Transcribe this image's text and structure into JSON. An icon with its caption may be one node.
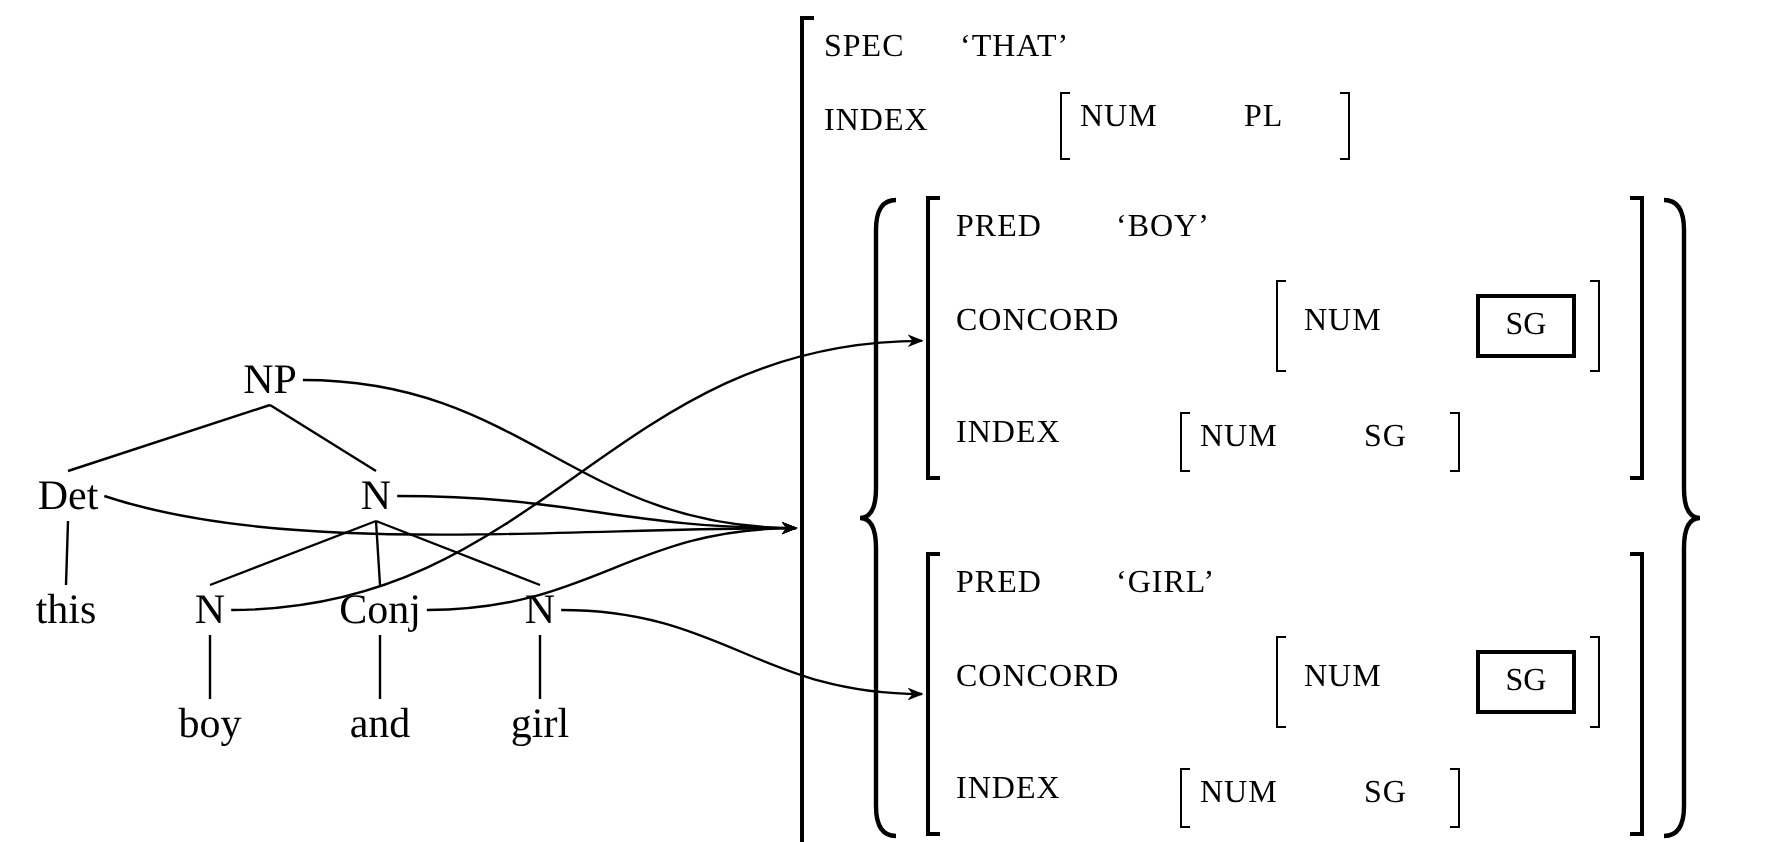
{
  "diagram": {
    "nodes": [
      {
        "text": [
          "NP"
        ]
      },
      {
        "text": [
          "Det"
        ]
      },
      {
        "text": [
          "N"
        ]
      },
      {
        "text": [
          "this"
        ]
      },
      {
        "text": [
          "N"
        ]
      },
      {
        "text": [
          "Conj"
        ]
      },
      {
        "text": [
          "N"
        ]
      },
      {
        "text": [
          "boy"
        ]
      },
      {
        "text": [
          "and"
        ]
      },
      {
        "text": [
          "girl"
        ]
      },
      {
        "text": [
          "SPEC",
          "‘THAT’",
          "INDEX"
        ]
      },
      {
        "text": [
          "NUM",
          "PL"
        ],
        "in": 10
      },
      {
        "text": [],
        "shape": "brace",
        "in": 10
      },
      {
        "text": [
          "PRED",
          "‘BOY’",
          "CONCORD",
          "INDEX"
        ],
        "in": 12
      },
      {
        "text": [
          "NUM"
        ],
        "in": 13
      },
      {
        "text": [
          "SG"
        ],
        "in": 14
      },
      {
        "text": [
          "NUM",
          "SG"
        ],
        "in": 13
      },
      {
        "text": [
          "PRED",
          "‘GIRL’",
          "CONCORD",
          "INDEX"
        ],
        "in": 12
      },
      {
        "text": [
          "NUM"
        ],
        "in": 17
      },
      {
        "text": [
          "SG"
        ],
        "in": 18
      },
      {
        "text": [
          "NUM",
          "SG"
        ],
        "in": 17
      }
    ],
    "edges": [
      {
        "from": 0,
        "to": 1,
        "arrow": "none"
      },
      {
        "from": 0,
        "to": 2,
        "arrow": "none"
      },
      {
        "from": 1,
        "to": 3,
        "arrow": "none"
      },
      {
        "from": 2,
        "to": 4,
        "arrow": "none"
      },
      {
        "from": 2,
        "to": 5,
        "arrow": "none"
      },
      {
        "from": 2,
        "to": 6,
        "arrow": "none"
      },
      {
        "from": 4,
        "to": 7,
        "arrow": "none"
      },
      {
        "from": 5,
        "to": 8,
        "arrow": "none"
      },
      {
        "from": 6,
        "to": 9,
        "arrow": "none"
      },
      {
        "from": 0,
        "to": 10,
        "arrow": "to"
      },
      {
        "from": 1,
        "to": 10,
        "arrow": "to"
      },
      {
        "from": 2,
        "to": 10,
        "arrow": "to"
      },
      {
        "from": 5,
        "to": 10,
        "arrow": "to"
      },
      {
        "from": 4,
        "to": 13,
        "arrow": "to"
      },
      {
        "from": 6,
        "to": 17,
        "arrow": "to"
      }
    ]
  }
}
